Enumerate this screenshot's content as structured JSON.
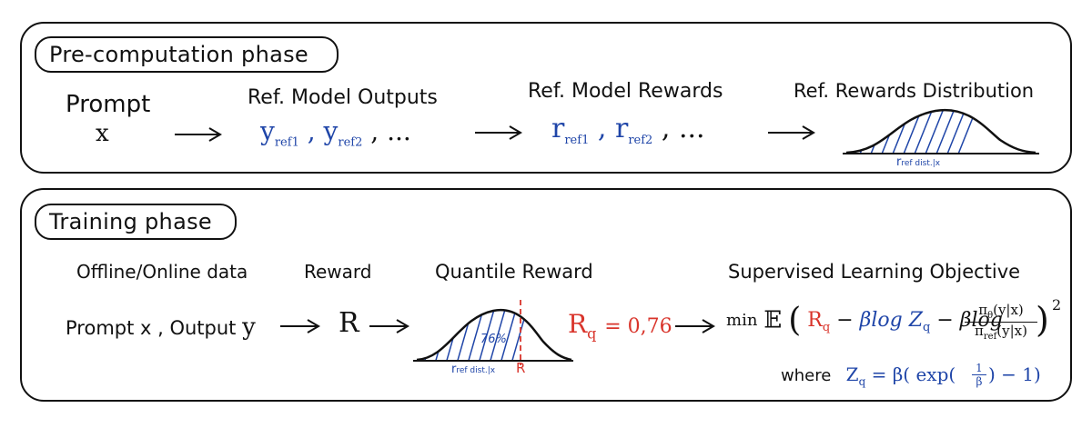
{
  "pre": {
    "tag": "Pre-computation phase",
    "prompt_label": "Prompt",
    "prompt_var": "x",
    "outputs_label": "Ref. Model Outputs",
    "outputs_1": "y",
    "outputs_1_sub": "ref",
    "outputs_1_idx": "1",
    "outputs_2": "y",
    "outputs_2_sub": "ref",
    "outputs_2_idx": "2",
    "outputs_tail": ", ...",
    "rewards_label": "Ref. Model Rewards",
    "rewards_1": "r",
    "rewards_1_sub": "ref",
    "rewards_1_idx": "1",
    "rewards_2": "r",
    "rewards_2_sub": "ref",
    "rewards_2_idx": "2",
    "rewards_tail": ", ...",
    "dist_label": "Ref. Rewards Distribution",
    "dist_axis": "r",
    "dist_axis_sub": "ref dist.|x"
  },
  "train": {
    "tag": "Training phase",
    "data_label": "Offline/Online data",
    "reward_label": "Reward",
    "quantile_label": "Quantile Reward",
    "objective_label": "Supervised Learning Objective",
    "prompt_output": "Prompt x , Output",
    "output_var": "y",
    "reward_var": "R",
    "quantile_pct": "76%",
    "dist_axis": "r",
    "dist_axis_sub": "ref dist.|x",
    "dist_R": "R",
    "rq": "R",
    "rq_sub": "q",
    "rq_value": "= 0,76",
    "min": "min",
    "E": "𝔼",
    "obj_rq": "R",
    "obj_rq_sub": "q",
    "obj_minus1": "−",
    "obj_blogz": "βlog Z",
    "obj_blogz_sub": "q",
    "obj_minus2": "−",
    "obj_blog": "βlog",
    "frac_num": "π",
    "frac_num_sub": "θ",
    "frac_num_arg": "(y|x)",
    "frac_den": "π",
    "frac_den_sub": "ref",
    "frac_den_arg": "(y|x)",
    "obj_sq": "2",
    "where_label": "where",
    "zq": "Z",
    "zq_sub": "q",
    "zq_eq": "= β( exp(",
    "zq_frac_num": "1",
    "zq_frac_den": "β",
    "zq_tail": ") − 1)"
  },
  "colors": {
    "blue": "#1f45a8",
    "red": "#d9342b",
    "ink": "#111111"
  }
}
